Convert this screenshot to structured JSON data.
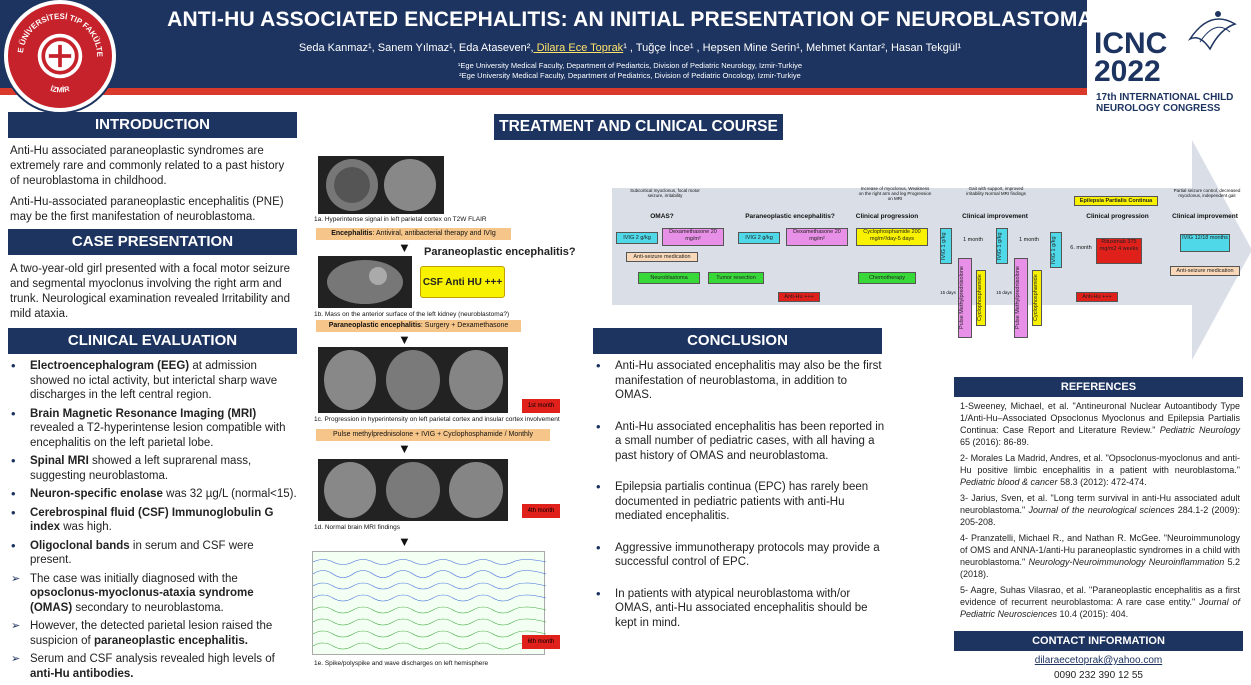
{
  "header": {
    "title": "ANTI-HU ASSOCIATED ENCEPHALITIS: AN INITIAL PRESENTATION OF NEUROBLASTOMA",
    "authors_pre": "Seda Kanmaz¹, Sanem Yılmaz¹, Eda Ataseven²,",
    "authors_highlight": " Dilara Ece Toprak",
    "authors_post": "¹ , Tuğçe İnce¹ , Hepsen Mine Serin¹, Mehmet Kantar², Hasan Tekgül¹",
    "affiliation_1": "¹Ege University Medical Faculty, Department of Pediartcis, Division of Pediatric Neurology, Izmir-Turkiye",
    "affiliation_2": "²Ege University Medical Faculty, Department of Pediatrics, Division of Pediatric Oncology, Izmir-Turkiye",
    "logo_text_top": "EGE ÜNİVERSİTESİ TIP FAKÜLTESİ",
    "logo_text_bottom": "İZMİR",
    "congress_name": "ICNC",
    "congress_year": "2022",
    "congress_line1": "17th INTERNATIONAL CHILD",
    "congress_line2": "NEUROLOGY CONGRESS"
  },
  "introduction": {
    "title": "INTRODUCTION",
    "p1": "Anti-Hu associated paraneoplastic syndromes are extremely rare and commonly related to a past history of  neuroblastoma in childhood.",
    "p2": "Anti-Hu-associated paraneoplastic encephalitis (PNE) may be the first manifestation of neuroblastoma."
  },
  "case": {
    "title": "CASE PRESENTATION",
    "p1": "A two-year-old girl presented with a focal motor seizure and segmental myoclonus involving the right arm and trunk. Neurological examination revealed Irritability and mild ataxia."
  },
  "clinical": {
    "title": "CLINICAL EVALUATION",
    "items": [
      {
        "bold": "Electroencephalogram (EEG)",
        "text": " at admission showed no ictal activity, but interictal sharp wave discharges in the left central region."
      },
      {
        "bold": "Brain Magnetic Resonance Imaging (MRI)",
        "text": " revealed a T2-hyperintense lesion compatible with encephalitis on the left parietal lobe."
      },
      {
        "bold": "Spinal MRI",
        "text": " showed a left suprarenal mass, suggesting neuroblastoma."
      },
      {
        "bold": "Neuron-specific enolase",
        "text": " was 32 µg/L (normal<15)."
      },
      {
        "bold": "Cerebrospinal fluid (CSF) Immunoglobulin G index",
        "text": " was high."
      },
      {
        "bold": "Oligoclonal bands",
        "text": " in serum and CSF were present."
      }
    ],
    "arrows": [
      {
        "pre": "The case was initially diagnosed with the ",
        "bold": "opsoclonus-myoclonus-ataxia syndrome (OMAS)",
        "post": " secondary to neuroblastoma."
      },
      {
        "pre": "However, the detected parietal lesion raised the suspicion of ",
        "bold": "paraneoplastic encephalitis.",
        "post": ""
      },
      {
        "pre": "Serum and CSF analysis revealed high levels of ",
        "bold": "anti-Hu antibodies.",
        "post": ""
      }
    ]
  },
  "treatment": {
    "title": "TREATMENT AND CLINICAL COURSE",
    "cap_1a": "1a. Hyperintense signal in left parietal cortex  on T2W FLAIR",
    "bar_1a_bold": "Encephalitis",
    "bar_1a_text": ": Antiviral, antibacterial therapy and IVIg",
    "pne_label": "Paraneoplastic encephalitis?",
    "csf_label": "CSF Anti HU +++",
    "cap_1b": "1b. Mass on the anterior surface of the left kidney (neuroblastoma?)",
    "bar_1b_bold": "Paraneoplastic encephalitis",
    "bar_1b_text": ": Surgery + Dexamethasone",
    "cap_1c": "1c. Progression in hyperintensity on left parietal cortex and insular cortex involvement",
    "bar_1c": "Pulse methylprednisolone + IVIG + Cyclophosphamide / Monthly",
    "tag_1": "1st month",
    "cap_1d": "1d. Normal brain MRI findings",
    "tag_2": "4th month",
    "cap_1e": "1e. Spike/polyspike and wave discharges on left hemisphere",
    "tag_3": "6th month"
  },
  "timeline": {
    "heads": [
      "OMAS?",
      "Paraneoplastic encephalitis?",
      "Clinical progression",
      "Clinical improvement",
      "Clinical progression",
      "Clinical improvement"
    ],
    "notes": [
      "Subcortical myoclonus, focal motor seizure, irritability",
      "Increase of myoclonus, Weakness on the right arm and leg Progression on MRI",
      "Gait with support, improved irritability Normal MRI findings",
      "Partial seizure control, decreased myoclonus, independent gait"
    ],
    "ivig1": "IVIG 2 g/kg",
    "dexa1": "Dexamethasone 20 mg/m²",
    "ivig2": "IVIG 2 g/kg",
    "dexa2": "Dexamethasone 20 mg/m²",
    "cyclo": "Cyclophosphamide 200 mg/m²/day-5 days",
    "anti_seizure": "Anti-seizure medication",
    "neuroblastoma": "Neuroblastoma",
    "tumor": "Tumor resection",
    "chemo": "Chemotherapy",
    "antihu1": "Anti-Hu +++",
    "month1": "1 month",
    "month2": "1 month",
    "days1": "15 days",
    "days2": "15 days",
    "ivig_v": "IVIG 1 g/kg",
    "pulse_v": "Pulse Methylprednisolone",
    "cyclo_v": "Cyclophosphamide",
    "month6": "6. month",
    "epc": "Epilepsia Partialis Continua",
    "ritux": "Rituximab 375 mg/m2 4 weeks",
    "antihu2": "Anti-Hu +++",
    "ivig_end": "IVIG 12/18 months",
    "anti_seizure2": "Anti-seizure medication"
  },
  "conclusion": {
    "title": "CONCLUSION",
    "items": [
      "Anti-Hu associated encephalitis may also be the first manifestation of neuroblastoma, in addition to OMAS.",
      "Anti-Hu associated encephalitis has been reported in a small number of pediatric cases, with all having a past history of OMAS and neuroblastoma.",
      "Epilepsia partialis continua (EPC) has rarely been documented in pediatric patients with anti-Hu mediated encephalitis.",
      "Aggressive immunotherapy protocols may provide a successful control of EPC.",
      "In patients with atypical neuroblastoma with/or OMAS,  anti-Hu associated encephalitis should be kept in mind."
    ]
  },
  "references": {
    "title": "REFERENCES",
    "items": [
      {
        "text": "1-Sweeney, Michael, et al. \"Antineuronal Nuclear Autoantibody Type 1/Anti-Hu–Associated Opsoclonus Myoclonus and Epilepsia Partialis Continua: Case Report and Literature Review.\" ",
        "ital": "Pediatric Neurology",
        "end": " 65 (2016): 86-89."
      },
      {
        "text": "2- Morales La Madrid, Andres, et al. \"Opsoclonus-myoclonus and anti-Hu positive limbic encephalitis in a patient with neuroblastoma.\" ",
        "ital": "Pediatric blood & cancer",
        "end": " 58.3 (2012): 472-474."
      },
      {
        "text": "3- Jarius, Sven, et al. \"Long term survival in anti-Hu associated adult neuroblastoma.\" ",
        "ital": "Journal of the neurological sciences",
        "end": " 284.1-2 (2009): 205-208."
      },
      {
        "text": "4- Pranzatelli, Michael R., and Nathan R. McGee. \"Neuroimmunology of OMS and ANNA-1/anti-Hu paraneoplastic syndromes in a child with neuroblastoma.\" ",
        "ital": "Neurology-Neuroimmunology Neuroinflammation",
        "end": " 5.2 (2018)."
      },
      {
        "text": "5- Aagre, Suhas Vilasrao, et al. \"Paraneoplastic encephalitis as a first evidence of recurrent neuroblastoma: A rare case entity.\" ",
        "ital": "Journal of Pediatric Neurosciences",
        "end": " 10.4 (2015): 404."
      }
    ]
  },
  "contact": {
    "title": "CONTACT INFORMATION",
    "email": "dilaraecetoprak@yahoo.com",
    "phone": "0090 232 390 12 55"
  }
}
